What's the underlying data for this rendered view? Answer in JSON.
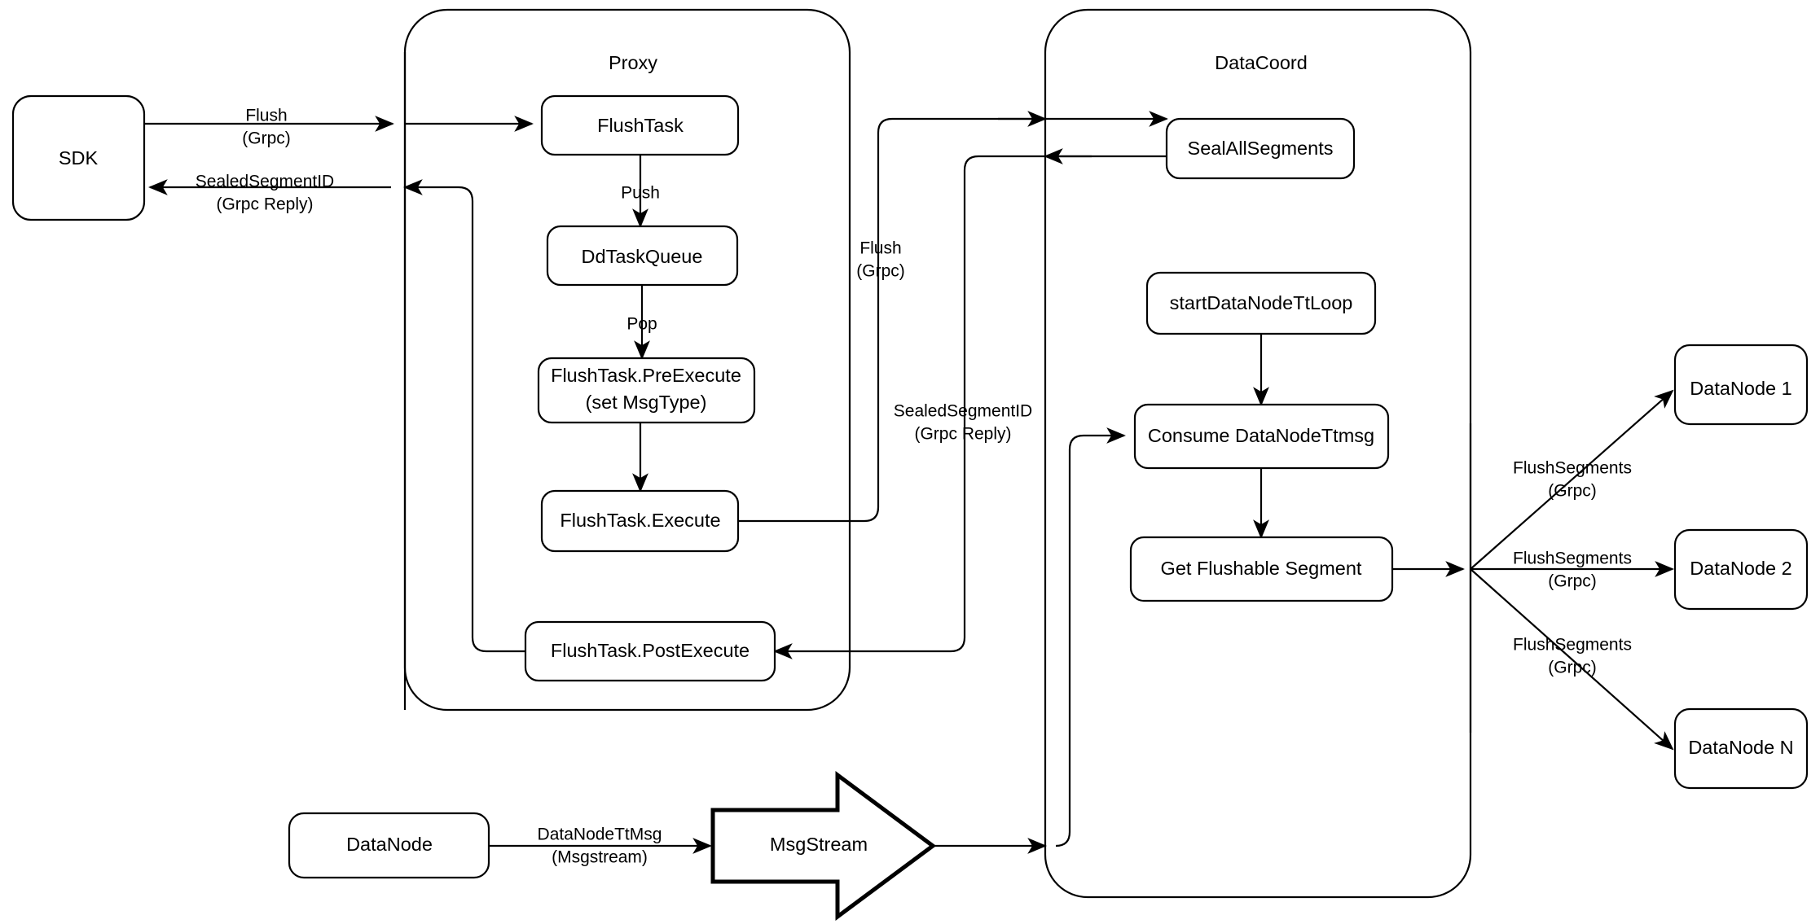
{
  "diagram": {
    "title_hidden": "Milvus Flush Sequence Architecture",
    "groups": [
      {
        "id": "proxy",
        "label": "Proxy"
      },
      {
        "id": "datacoord",
        "label": "DataCoord"
      }
    ],
    "nodes": {
      "sdk": {
        "label": "SDK"
      },
      "flushtask": {
        "label": "FlushTask"
      },
      "ddtaskqueue": {
        "label": "DdTaskQueue"
      },
      "preexecute_l1": {
        "label": "FlushTask.PreExecute"
      },
      "preexecute_l2": {
        "label": "(set MsgType)"
      },
      "execute": {
        "label": "FlushTask.Execute"
      },
      "postexecute": {
        "label": "FlushTask.PostExecute"
      },
      "sealallsegments": {
        "label": "SealAllSegments"
      },
      "startttloop": {
        "label": "startDataNodeTtLoop"
      },
      "consumettmsg": {
        "label": "Consume DataNodeTtmsg"
      },
      "getflushable": {
        "label": "Get Flushable Segment"
      },
      "datanode1": {
        "label": "DataNode 1"
      },
      "datanode2": {
        "label": "DataNode 2"
      },
      "datanoden": {
        "label": "DataNode N"
      },
      "datanode_src": {
        "label": "DataNode"
      },
      "msgstream": {
        "label": "MsgStream"
      }
    },
    "edge_labels": {
      "sdk_flush_l1": "Flush",
      "sdk_flush_l2": "(Grpc)",
      "sdk_reply_l1": "SealedSegmentID",
      "sdk_reply_l2": "(Grpc Reply)",
      "push": "Push",
      "pop": "Pop",
      "proxy_flush_l1": "Flush",
      "proxy_flush_l2": "(Grpc)",
      "proxy_reply_l1": "SealedSegmentID",
      "proxy_reply_l2": "(Grpc Reply)",
      "dn_ttmsg_l1": "DataNodeTtMsg",
      "dn_ttmsg_l2": "(Msgstream)",
      "flushseg1_l1": "FlushSegments",
      "flushseg1_l2": "(Grpc)",
      "flushseg2_l1": "FlushSegments",
      "flushseg2_l2": "(Grpc)",
      "flushsegn_l1": "FlushSegments",
      "flushsegn_l2": "(Grpc)"
    },
    "colors": {
      "stroke": "#000000",
      "fill": "#ffffff",
      "text": "#000000"
    }
  }
}
